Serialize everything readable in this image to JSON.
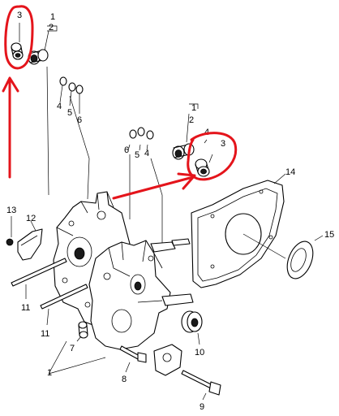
{
  "callouts": {
    "c1_top": "1",
    "c2_top": "2",
    "c3_top": "3",
    "c4_top": "4",
    "c5_top": "5",
    "c6_top": "6",
    "c1_mid": "1",
    "c2_mid": "2",
    "c3_mid": "3",
    "c4_mid": "4",
    "c5_mid": "5",
    "c6_mid": "6",
    "c7": "7",
    "c8": "8",
    "c9": "9",
    "c10": "10",
    "c11_a": "11",
    "c11_b": "11",
    "c12": "12",
    "c13": "13",
    "c14": "14",
    "c15": "15",
    "c1_bottom": "1"
  },
  "annotation": {
    "color": "#e4141b"
  }
}
